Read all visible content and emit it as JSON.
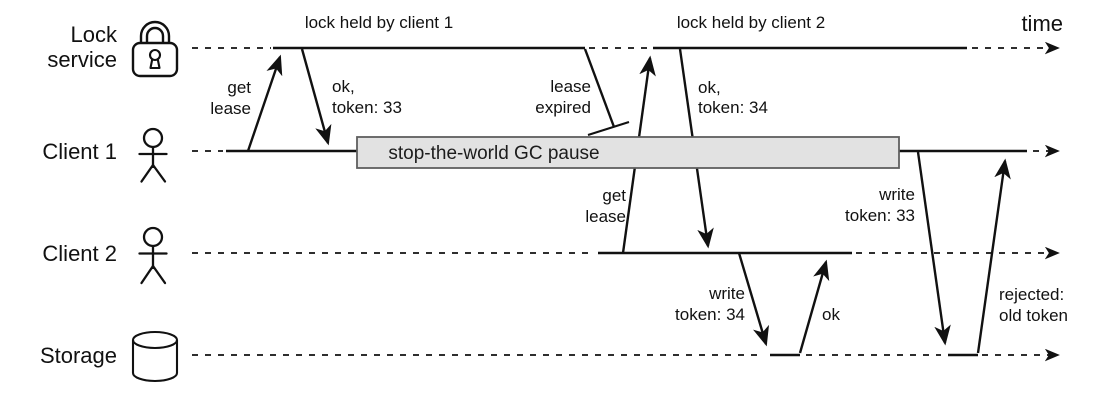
{
  "diagram": {
    "time_label": "time",
    "rows": [
      {
        "id": "lock-service",
        "label_lines": [
          "Lock",
          "service"
        ],
        "icon": "padlock-icon"
      },
      {
        "id": "client-1",
        "label_lines": [
          "Client 1"
        ],
        "icon": "person-icon"
      },
      {
        "id": "client-2",
        "label_lines": [
          "Client 2"
        ],
        "icon": "person-icon"
      },
      {
        "id": "storage",
        "label_lines": [
          "Storage"
        ],
        "icon": "database-icon"
      }
    ],
    "spans": {
      "lock_held_1": "lock held by client 1",
      "lock_held_2": "lock held by client 2",
      "gc_pause": "stop-the-world GC pause"
    },
    "messages": {
      "get_lease_1": [
        "get",
        "lease"
      ],
      "ok_token_33": [
        "ok,",
        "token: 33"
      ],
      "lease_expired": [
        "lease",
        "expired"
      ],
      "get_lease_2": [
        "get",
        "lease"
      ],
      "ok_token_34": [
        "ok,",
        "token: 34"
      ],
      "write_token_34": [
        "write",
        "token: 34"
      ],
      "ok_reply": "ok",
      "write_token_33": [
        "write",
        "token: 33"
      ],
      "rejected": [
        "rejected:",
        "old token"
      ]
    },
    "colors": {
      "stroke": "#111111",
      "gc_fill": "#e2e2e2",
      "gc_border": "#5f5f5f",
      "background": "#ffffff"
    }
  }
}
